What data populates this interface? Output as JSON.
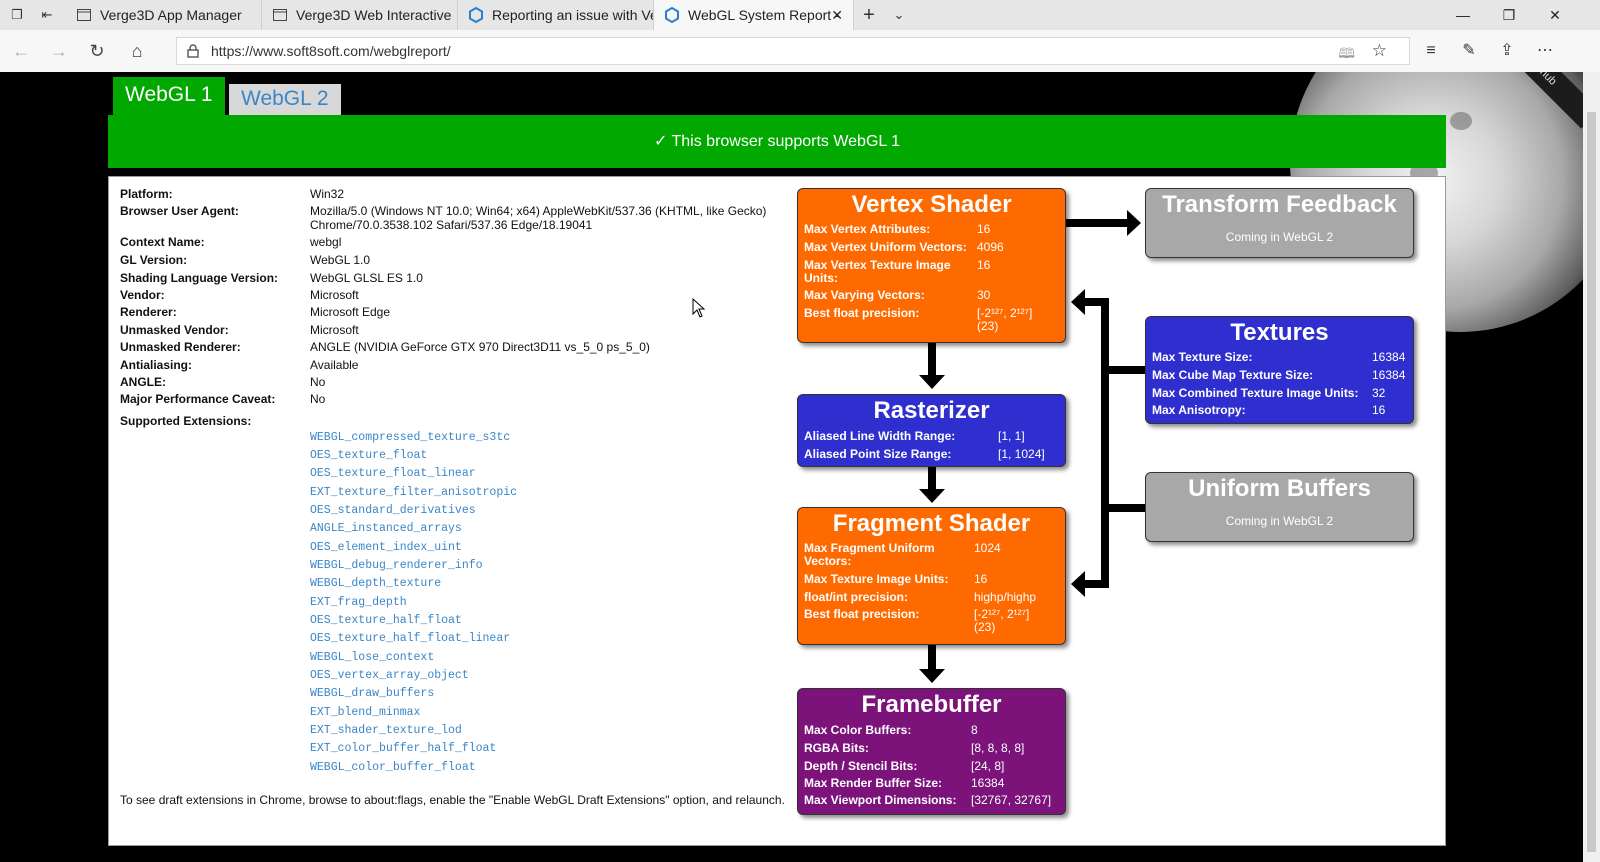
{
  "browser": {
    "tabs": [
      {
        "label": "Verge3D App Manager"
      },
      {
        "label": "Verge3D Web Interactive"
      },
      {
        "label": "Reporting an issue with Ver"
      },
      {
        "label": "WebGL System Report -"
      }
    ],
    "url": "https://www.soft8soft.com/webglreport/"
  },
  "gl_tabs": {
    "webgl1": "WebGL 1",
    "webgl2": "WebGL 2"
  },
  "banner": "✓ This browser supports WebGL 1",
  "info": [
    {
      "label": "Platform:",
      "value": "Win32"
    },
    {
      "label": "Browser User Agent:",
      "value": "Mozilla/5.0 (Windows NT 10.0; Win64; x64) AppleWebKit/537.36 (KHTML, like Gecko) Chrome/70.0.3538.102 Safari/537.36 Edge/18.19041"
    },
    {
      "label": "Context Name:",
      "value": "webgl"
    },
    {
      "label": "GL Version:",
      "value": "WebGL 1.0"
    },
    {
      "label": "Shading Language Version:",
      "value": "WebGL GLSL ES 1.0"
    },
    {
      "label": "Vendor:",
      "value": "Microsoft"
    },
    {
      "label": "Renderer:",
      "value": "Microsoft Edge"
    },
    {
      "label": "Unmasked Vendor:",
      "value": "Microsoft"
    },
    {
      "label": "Unmasked Renderer:",
      "value": "ANGLE (NVIDIA GeForce GTX 970 Direct3D11 vs_5_0 ps_5_0)"
    },
    {
      "label": "Antialiasing:",
      "value": "Available"
    },
    {
      "label": "ANGLE:",
      "value": "No"
    },
    {
      "label": "Major Performance Caveat:",
      "value": "No"
    }
  ],
  "extensions_label": "Supported Extensions:",
  "extensions": [
    "WEBGL_compressed_texture_s3tc",
    "OES_texture_float",
    "OES_texture_float_linear",
    "EXT_texture_filter_anisotropic",
    "OES_standard_derivatives",
    "ANGLE_instanced_arrays",
    "OES_element_index_uint",
    "WEBGL_debug_renderer_info",
    "WEBGL_depth_texture",
    "EXT_frag_depth",
    "OES_texture_half_float",
    "OES_texture_half_float_linear",
    "WEBGL_lose_context",
    "OES_vertex_array_object",
    "WEBGL_draw_buffers",
    "EXT_blend_minmax",
    "EXT_shader_texture_lod",
    "EXT_color_buffer_half_float",
    "WEBGL_color_buffer_float"
  ],
  "note": "To see draft extensions in Chrome, browse to about:flags, enable the \"Enable WebGL Draft Extensions\" option, and relaunch.",
  "pipeline": {
    "vertex": {
      "title": "Vertex Shader",
      "rows": [
        {
          "label": "Max Vertex Attributes:",
          "value": "16"
        },
        {
          "label": "Max Vertex Uniform Vectors:",
          "value": "4096"
        },
        {
          "label": "Max Vertex Texture Image Units:",
          "value": "16"
        },
        {
          "label": "Max Varying Vectors:",
          "value": "30"
        },
        {
          "label": "Best float precision:",
          "value": "[-2¹²⁷, 2¹²⁷] (23)"
        }
      ]
    },
    "rasterizer": {
      "title": "Rasterizer",
      "rows": [
        {
          "label": "Aliased Line Width Range:",
          "value": "[1, 1]"
        },
        {
          "label": "Aliased Point Size Range:",
          "value": "[1, 1024]"
        }
      ]
    },
    "fragment": {
      "title": "Fragment Shader",
      "rows": [
        {
          "label": "Max Fragment Uniform Vectors:",
          "value": "1024"
        },
        {
          "label": "Max Texture Image Units:",
          "value": "16"
        },
        {
          "label": "float/int precision:",
          "value": "highp/highp"
        },
        {
          "label": "Best float precision:",
          "value": "[-2¹²⁷, 2¹²⁷] (23)"
        }
      ]
    },
    "framebuffer": {
      "title": "Framebuffer",
      "rows": [
        {
          "label": "Max Color Buffers:",
          "value": "8"
        },
        {
          "label": "RGBA Bits:",
          "value": "[8, 8, 8, 8]"
        },
        {
          "label": "Depth / Stencil Bits:",
          "value": "[24, 8]"
        },
        {
          "label": "Max Render Buffer Size:",
          "value": "16384"
        },
        {
          "label": "Max Viewport Dimensions:",
          "value": "[32767, 32767]"
        }
      ]
    },
    "transform_feedback": {
      "title": "Transform Feedback",
      "note": "Coming in WebGL 2"
    },
    "textures": {
      "title": "Textures",
      "rows": [
        {
          "label": "Max Texture Size:",
          "value": "16384"
        },
        {
          "label": "Max Cube Map Texture Size:",
          "value": "16384"
        },
        {
          "label": "Max Combined Texture Image Units:",
          "value": "32"
        },
        {
          "label": "Max Anisotropy:",
          "value": "16"
        }
      ]
    },
    "uniform_buffers": {
      "title": "Uniform Buffers",
      "note": "Coming in WebGL 2"
    }
  },
  "ribbon": "hub",
  "colors": {
    "green": "#00a800",
    "orange": "#ff6a00",
    "blue": "#2f2fcf",
    "purple": "#7b137b",
    "grey": "#a8a8a8",
    "link": "#3a86c8"
  }
}
